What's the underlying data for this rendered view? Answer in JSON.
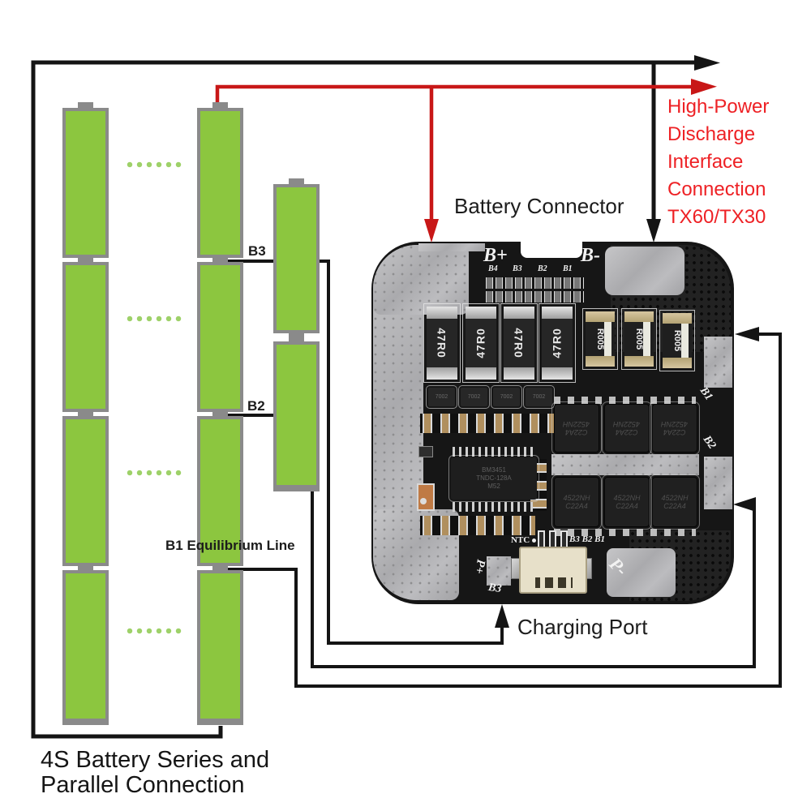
{
  "labels": {
    "battery_connector": "Battery Connector",
    "charging_port": "Charging Port",
    "b3_line": "B3",
    "b2_line": "B2",
    "b1_equilibrium": "B1 Equilibrium Line",
    "caption_line1": "4S Battery Series and",
    "caption_line2": "Parallel Connection",
    "discharge_lines": [
      "High-Power",
      "Discharge",
      "Interface",
      "Connection",
      "TX60/TX30"
    ]
  },
  "pcb": {
    "b_plus": "B+",
    "b_minus": "B-",
    "balance_labels": [
      "B4",
      "B3",
      "B2",
      "B1"
    ],
    "resistor_47r0": "47R0",
    "resistor_r005": "R005",
    "transistor_7002": "7002",
    "ic_line1": "BM3451",
    "ic_line2": "TNDC-128A",
    "ic_line3": "M52",
    "mosfet_line1": "4522NH",
    "mosfet_line2": "C22A4",
    "ntc": "NTC",
    "balance_row": "B3 B2 B1",
    "edge_b1": "B1",
    "edge_b2": "B2",
    "edge_b3": "B3",
    "p_plus": "P+",
    "p_minus": "P-"
  },
  "colors": {
    "battery_green": "#8cc63f",
    "cell_border": "#8a8a8a",
    "wire_black": "#141414",
    "wire_red": "#c81717",
    "text_red": "#ee2125",
    "board_black": "#161616",
    "pad_silver": "#b5b5b8"
  }
}
